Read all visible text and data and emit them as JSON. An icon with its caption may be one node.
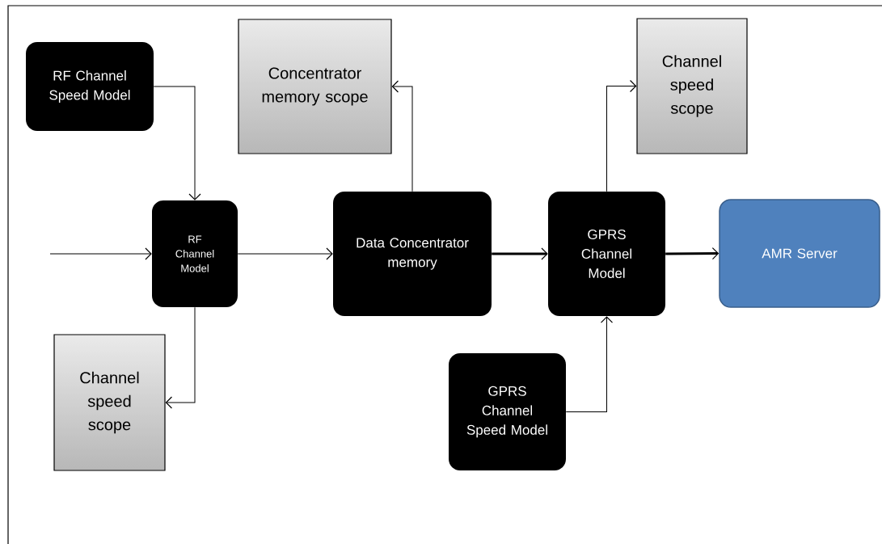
{
  "diagram": {
    "nodes": [
      {
        "text": [
          "RF Channel Speed Model"
        ]
      },
      {
        "text": [
          "Concentrator memory scope"
        ]
      },
      {
        "text": [
          "Channel speed scope"
        ]
      },
      {
        "text": [
          "RF Channel Model"
        ]
      },
      {
        "text": [
          "Data Concentrator memory"
        ]
      },
      {
        "text": [
          "GPRS Channel Model"
        ]
      },
      {
        "text": [
          "AMR Server"
        ]
      },
      {
        "text": [
          "Channel speed scope"
        ]
      },
      {
        "text": [
          "GPRS Channel Speed Model"
        ]
      }
    ],
    "edges": [
      {
        "from": null,
        "to": 3,
        "arrow": "to"
      },
      {
        "from": 0,
        "to": 3,
        "arrow": "to"
      },
      {
        "from": 3,
        "to": 4,
        "arrow": "to"
      },
      {
        "from": 4,
        "to": 1,
        "arrow": "to"
      },
      {
        "from": 4,
        "to": 5,
        "arrow": "to",
        "style": "thick"
      },
      {
        "from": 5,
        "to": 2,
        "arrow": "to"
      },
      {
        "from": 5,
        "to": 6,
        "arrow": "to",
        "style": "thick"
      },
      {
        "from": 8,
        "to": 5,
        "arrow": "to"
      },
      {
        "from": 3,
        "to": 7,
        "arrow": "to"
      }
    ]
  }
}
